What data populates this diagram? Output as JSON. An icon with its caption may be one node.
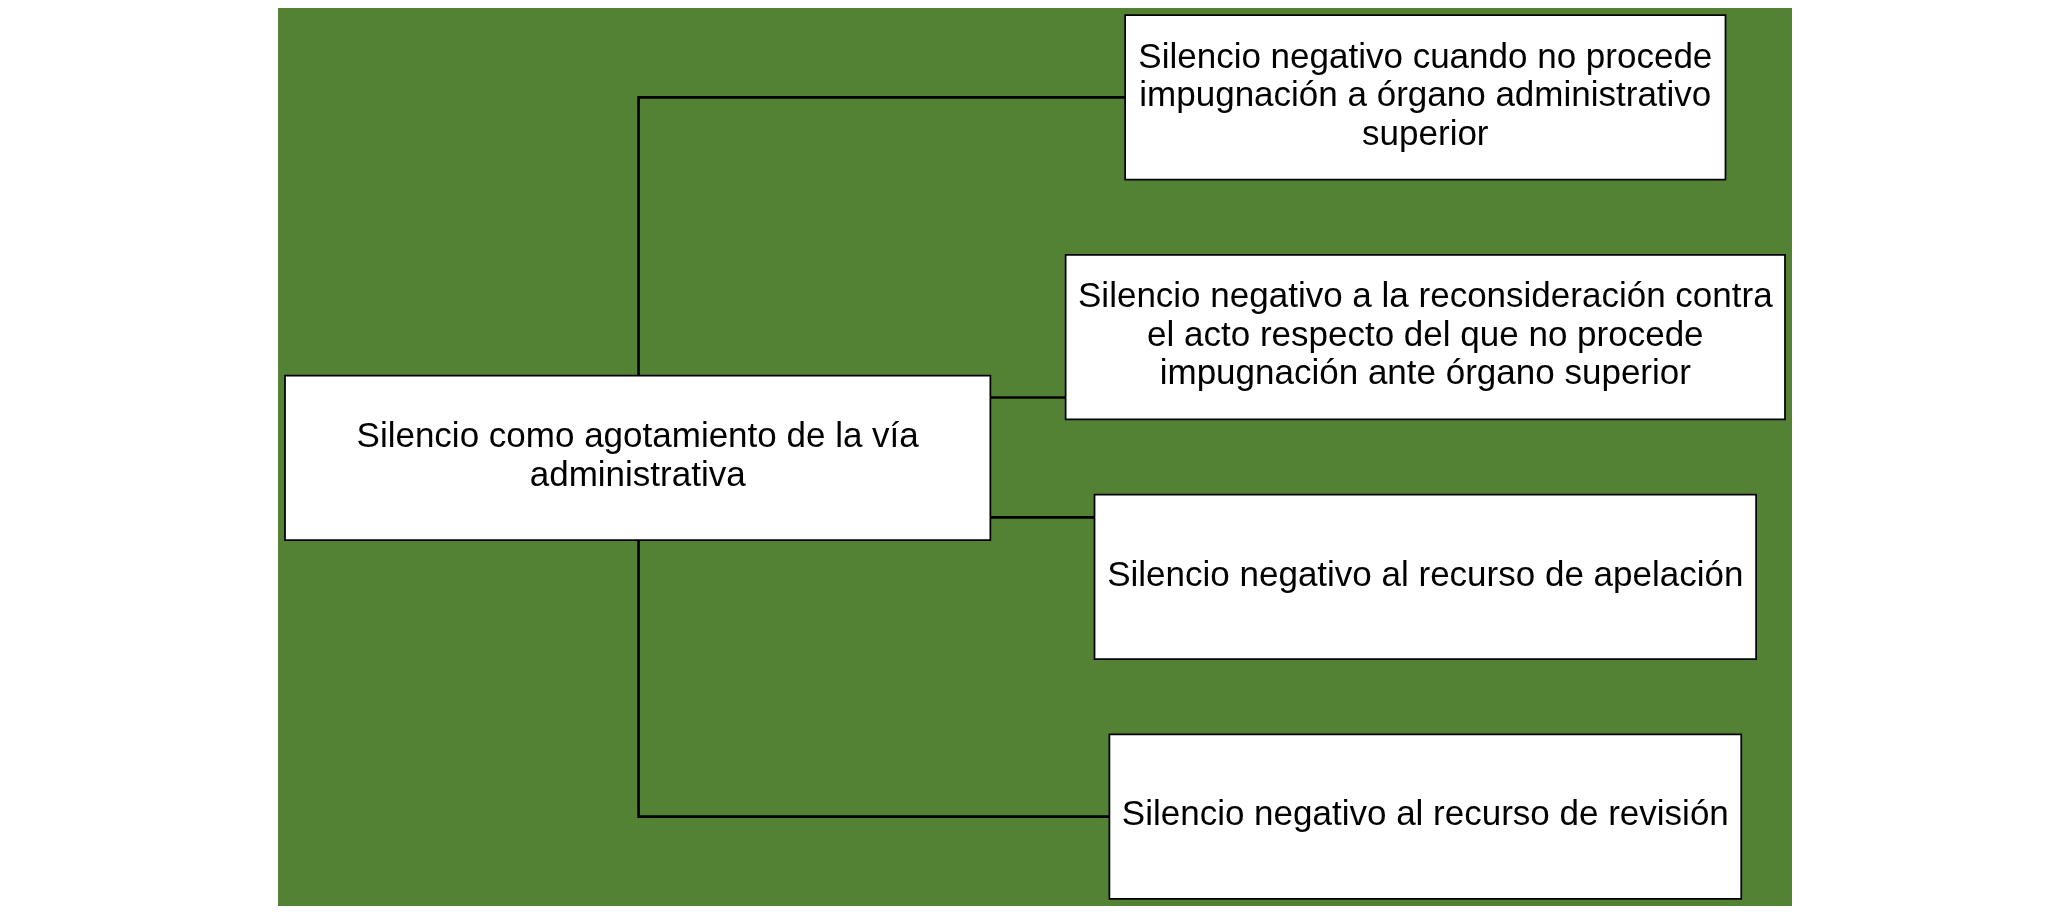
{
  "diagram": {
    "nodes": [
      {
        "text": [
          "Silencio como agotamiento de la vía administrativa"
        ]
      },
      {
        "text": [
          "Silencio negativo cuando no procede impugnación a órgano administrativo superior"
        ]
      },
      {
        "text": [
          "Silencio negativo a la reconsideración contra el acto respecto del que no procede impugnación ante órgano superior"
        ]
      },
      {
        "text": [
          "Silencio negativo al recurso de apelación"
        ]
      },
      {
        "text": [
          "Silencio negativo al recurso de revisión"
        ]
      }
    ],
    "edges": [
      {
        "from": 0,
        "to": 1,
        "arrow": "none"
      },
      {
        "from": 0,
        "to": 2,
        "arrow": "none"
      },
      {
        "from": 0,
        "to": 3,
        "arrow": "none"
      },
      {
        "from": 0,
        "to": 4,
        "arrow": "none"
      }
    ]
  }
}
